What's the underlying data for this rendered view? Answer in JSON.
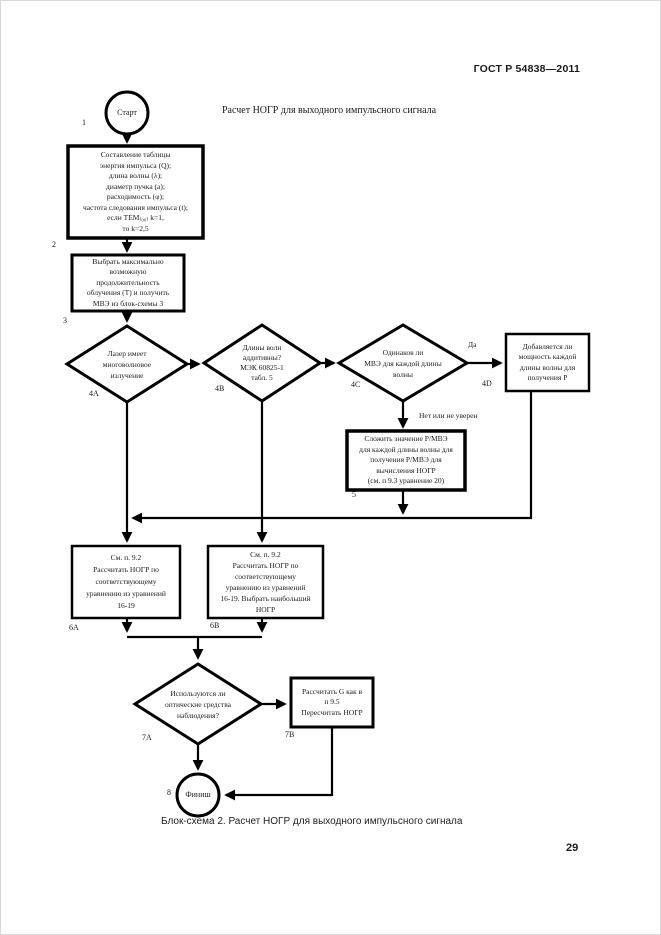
{
  "page": {
    "header": "ГОСТ Р 54838—2011",
    "title": "Расчет НОГР для выходного импульсного сигнала",
    "caption": "Блок-схема 2. Расчет НОГР для выходного импульсного сигнала",
    "page_number": "29"
  },
  "flowchart": {
    "nodes": {
      "start": {
        "type": "terminator",
        "label": "Старт"
      },
      "box1": {
        "type": "process",
        "text": "Составление таблицы\nэнергия импульса (Q);\nдлина волны (λ);\nдиаметр пучка (a);\nрасходимость (φ);\nчастота следования импульса (t);\nесли TEM₍₀₀₎ k=1,\nто k=2,5"
      },
      "box2": {
        "type": "process",
        "text": "Выбрать максимально\nвозможную\nпродолжительность\nоблучения (T) и получить\nМВЭ из блок-схемы 3"
      },
      "d4a": {
        "type": "decision",
        "text": "Лазер имеет\nмноговолновое\nизлучение"
      },
      "d4b": {
        "type": "decision",
        "text": "Длины волн\nаддитивны?\nМЭК 60825-1\nтабл. 5"
      },
      "d4c": {
        "type": "decision",
        "text": "Одинаков ли\nМВЭ для каждой длины\nволны"
      },
      "box4d": {
        "type": "process",
        "text": "Добавляется ли\nмощность каждой\nдлины волны для\nполучения P"
      },
      "box5": {
        "type": "process",
        "text": "Сложить значение Р/МВЭ\nдля каждой длины волны для\nполучения Р/МВЭ для\nвычисления НОГР\n(см. п 9.3 уравнение 20)"
      },
      "box6a": {
        "type": "process",
        "text": "См. п. 9.2\nРассчитать НОГР по\nсоответствующему\nуравнению из уравнений\n16-19"
      },
      "box6b": {
        "type": "process",
        "text": "См. п. 9.2\nРассчитать НОГР по\nсоответствующему\nуравнению из уравнений\n16-19. Выбрать наибольший\nНОГР"
      },
      "d7a": {
        "type": "decision",
        "text": "Используются ли\nоптические средства\nнаблюдения?"
      },
      "box7b": {
        "type": "process",
        "text": "Рассчитать G как в\nп 9.5\nПересчитать НОГР"
      },
      "finish": {
        "type": "terminator",
        "label": "Финиш"
      }
    },
    "edge_labels": {
      "yes": "Да",
      "no_or_unsure": "Нет или не уверен"
    },
    "step_numbers": {
      "s1": "1",
      "s2": "2",
      "s3": "3",
      "s4a": "4A",
      "s4b": "4B",
      "s4c": "4C",
      "s4d": "4D",
      "s5": "5",
      "s6a": "6A",
      "s6b": "6B",
      "s7a": "7A",
      "s7b": "7B",
      "s8": "8"
    },
    "colors": {
      "line": "#000000",
      "page_background": "#ffffff",
      "text": "#1a1a1a"
    }
  }
}
